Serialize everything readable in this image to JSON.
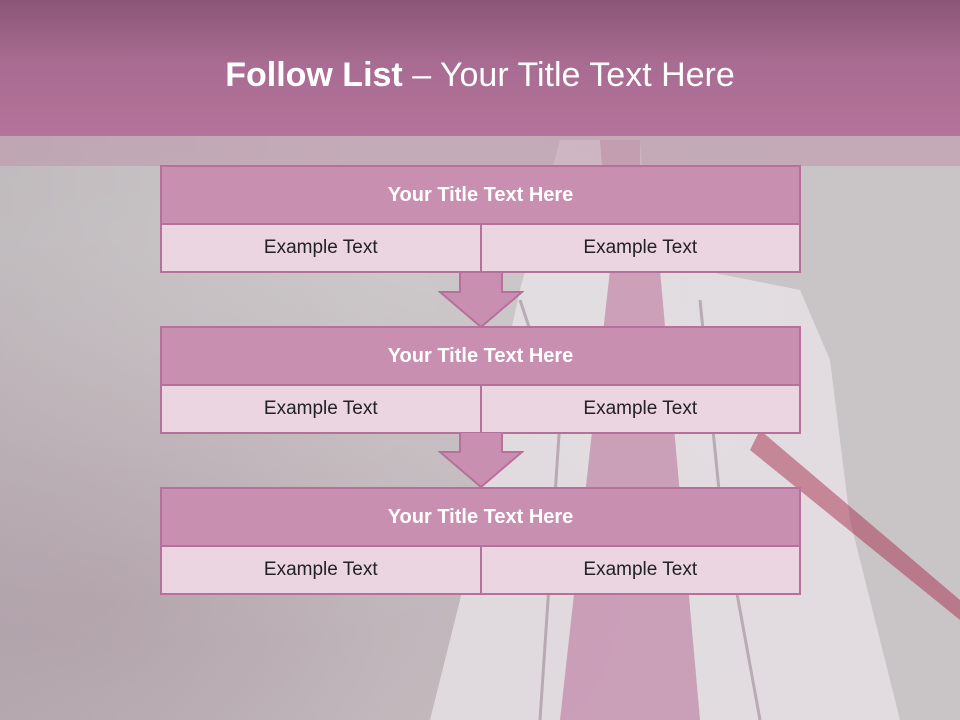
{
  "slide": {
    "title_bold": "Follow List",
    "title_rest": " – Your Title Text Here"
  },
  "blocks": [
    {
      "title": "Your Title Text Here",
      "left": "Example Text",
      "right": "Example Text"
    },
    {
      "title": "Your Title Text Here",
      "left": "Example Text",
      "right": "Example Text"
    },
    {
      "title": "Your Title Text Here",
      "left": "Example Text",
      "right": "Example Text"
    }
  ],
  "colors": {
    "header": "#b4739a",
    "block_title_fill": "#c98fb1",
    "block_row_fill": "#ead5e1",
    "border": "#b7709a",
    "arrow_fill": "#c98fb1"
  }
}
